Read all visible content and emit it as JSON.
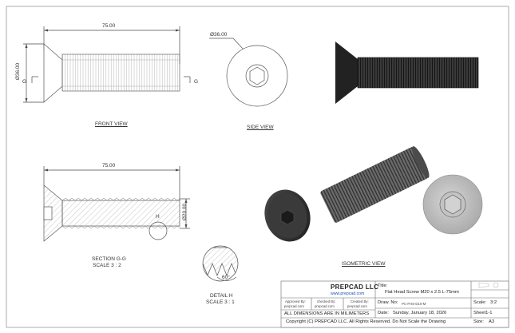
{
  "views": {
    "front": {
      "label": "FRONT VIEW",
      "dim_length": "75.00",
      "dim_diameter": "Ø36.00",
      "section_mark": "G"
    },
    "side": {
      "label": "SIDE VIEW",
      "dim_diameter": "Ø36.00"
    },
    "section": {
      "label": "SECTION G-G",
      "scale": "SCALE 3 : 2",
      "dim_length": "75.00",
      "dim_diameter": "Ø20.00",
      "detail_mark": "H"
    },
    "detail": {
      "label": "DETAIL H",
      "scale": "SCALE 3 : 1",
      "angle": "60°"
    },
    "isometric": {
      "label": "ISOMETRIC VIEW"
    }
  },
  "title_block": {
    "company": "PREPCAD LLC",
    "website": "www.prepcad.com",
    "approved_label": "Approved By:",
    "approved_value": "prepcad.com",
    "checked_label": "checked By:",
    "checked_value": "prepcad.com",
    "created_label": "Created By:",
    "created_value": "prepcad.com",
    "title_label": "Title:",
    "title_value": "Flat Head Screw M20 x 2.5  L-75mm",
    "draw_no_label": "Draw. No:",
    "draw_no_value": "PC-FHS-D10-M",
    "date_label": "Date:",
    "date_value": "Sunday, January 18, 2026",
    "scale_label": "Scale:",
    "scale_value": "3:2",
    "sheet_label": "Sheet1-1",
    "size_label": "Size:",
    "size_value": "A3",
    "units_note": "ALL DIMENSIONS ARE IN MILIMETERS",
    "copyright": "Copyright (C)  PREPCAD LLC. All Rights Reserved. Do Not Scale the Drawing"
  },
  "colors": {
    "line": "#4a4a4a",
    "thread_dark": "#2e2e2e",
    "thread_mid": "#555555",
    "hatch": "#9a9a9a"
  }
}
